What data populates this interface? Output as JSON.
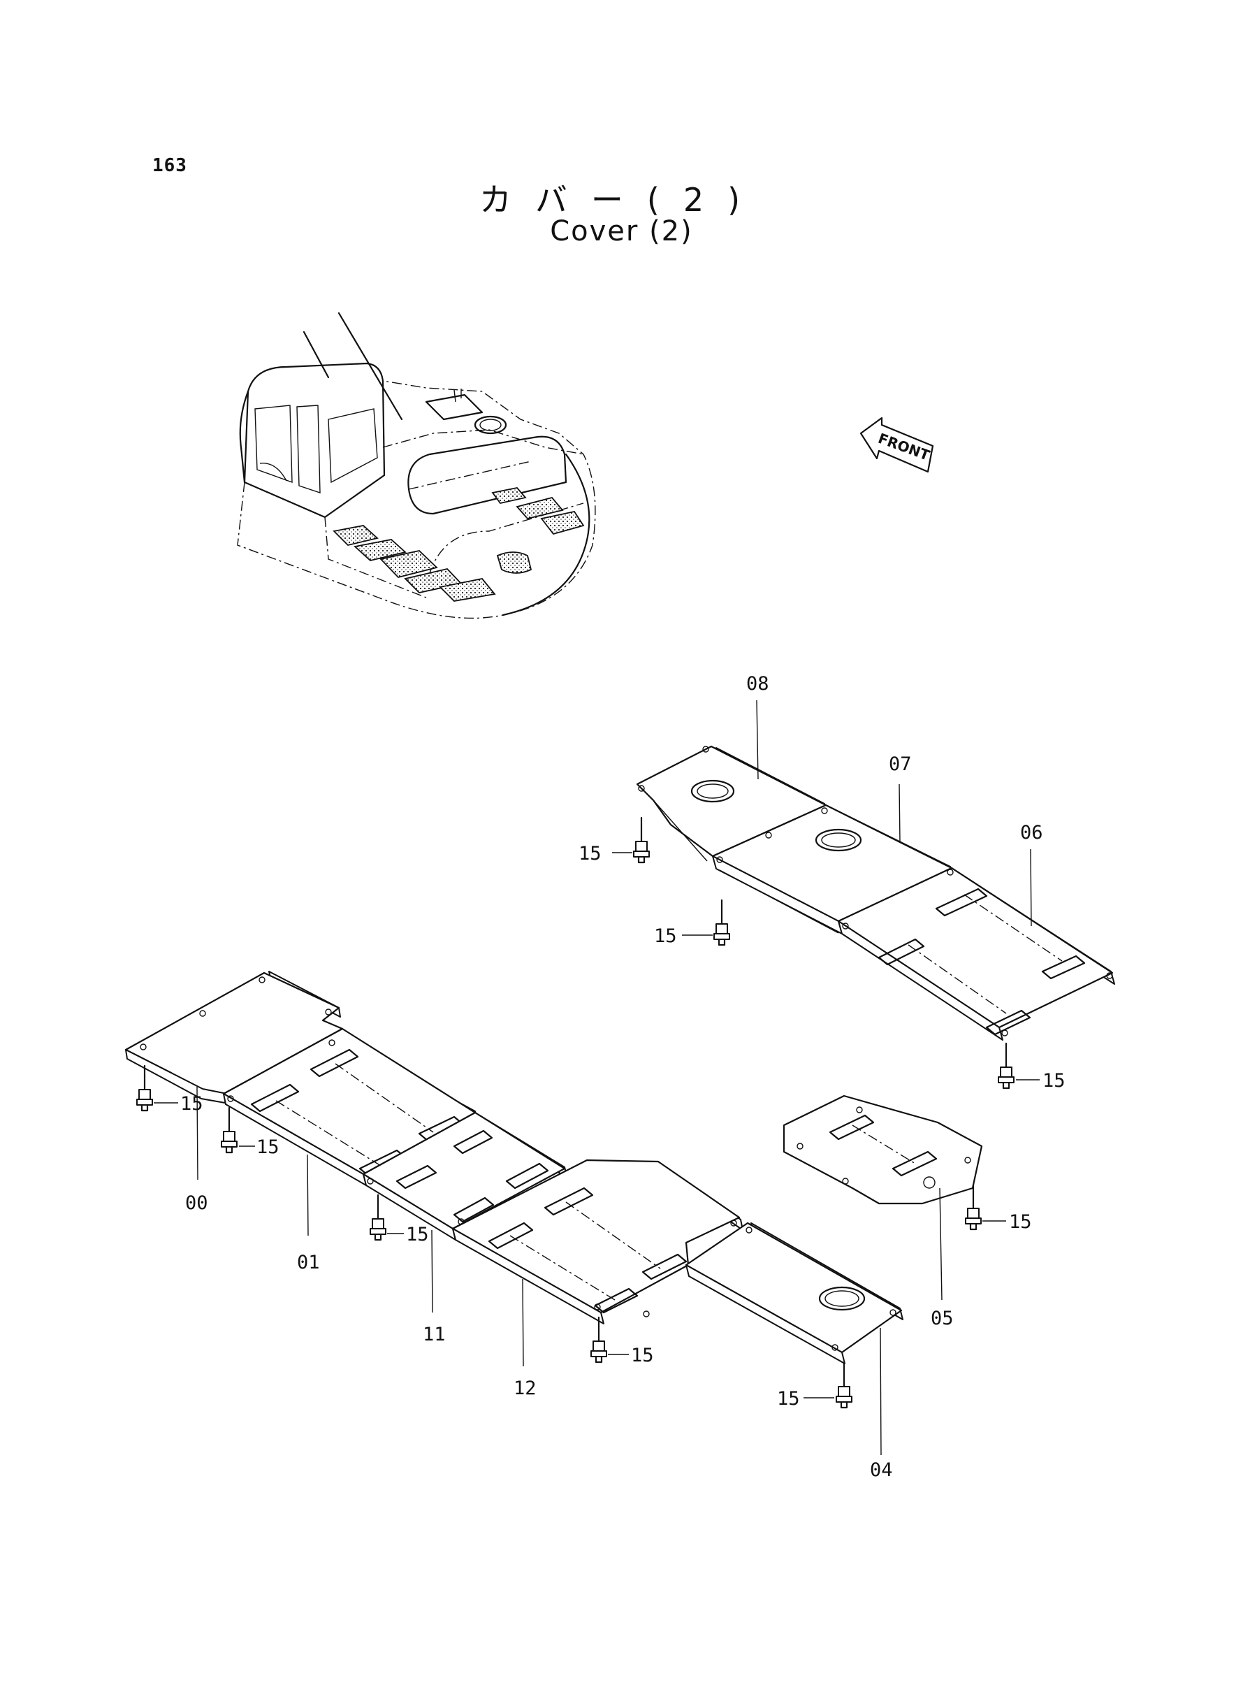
{
  "page": {
    "number": "163",
    "title_jp": "カバー(2)",
    "title_en": "Cover (2)"
  },
  "front_marker": {
    "text": "FRONT"
  },
  "callouts": {
    "c00": "00",
    "c01": "01",
    "c04": "04",
    "c05": "05",
    "c06": "06",
    "c07": "07",
    "c08": "08",
    "c11": "11",
    "c12": "12",
    "bolt": "15"
  }
}
